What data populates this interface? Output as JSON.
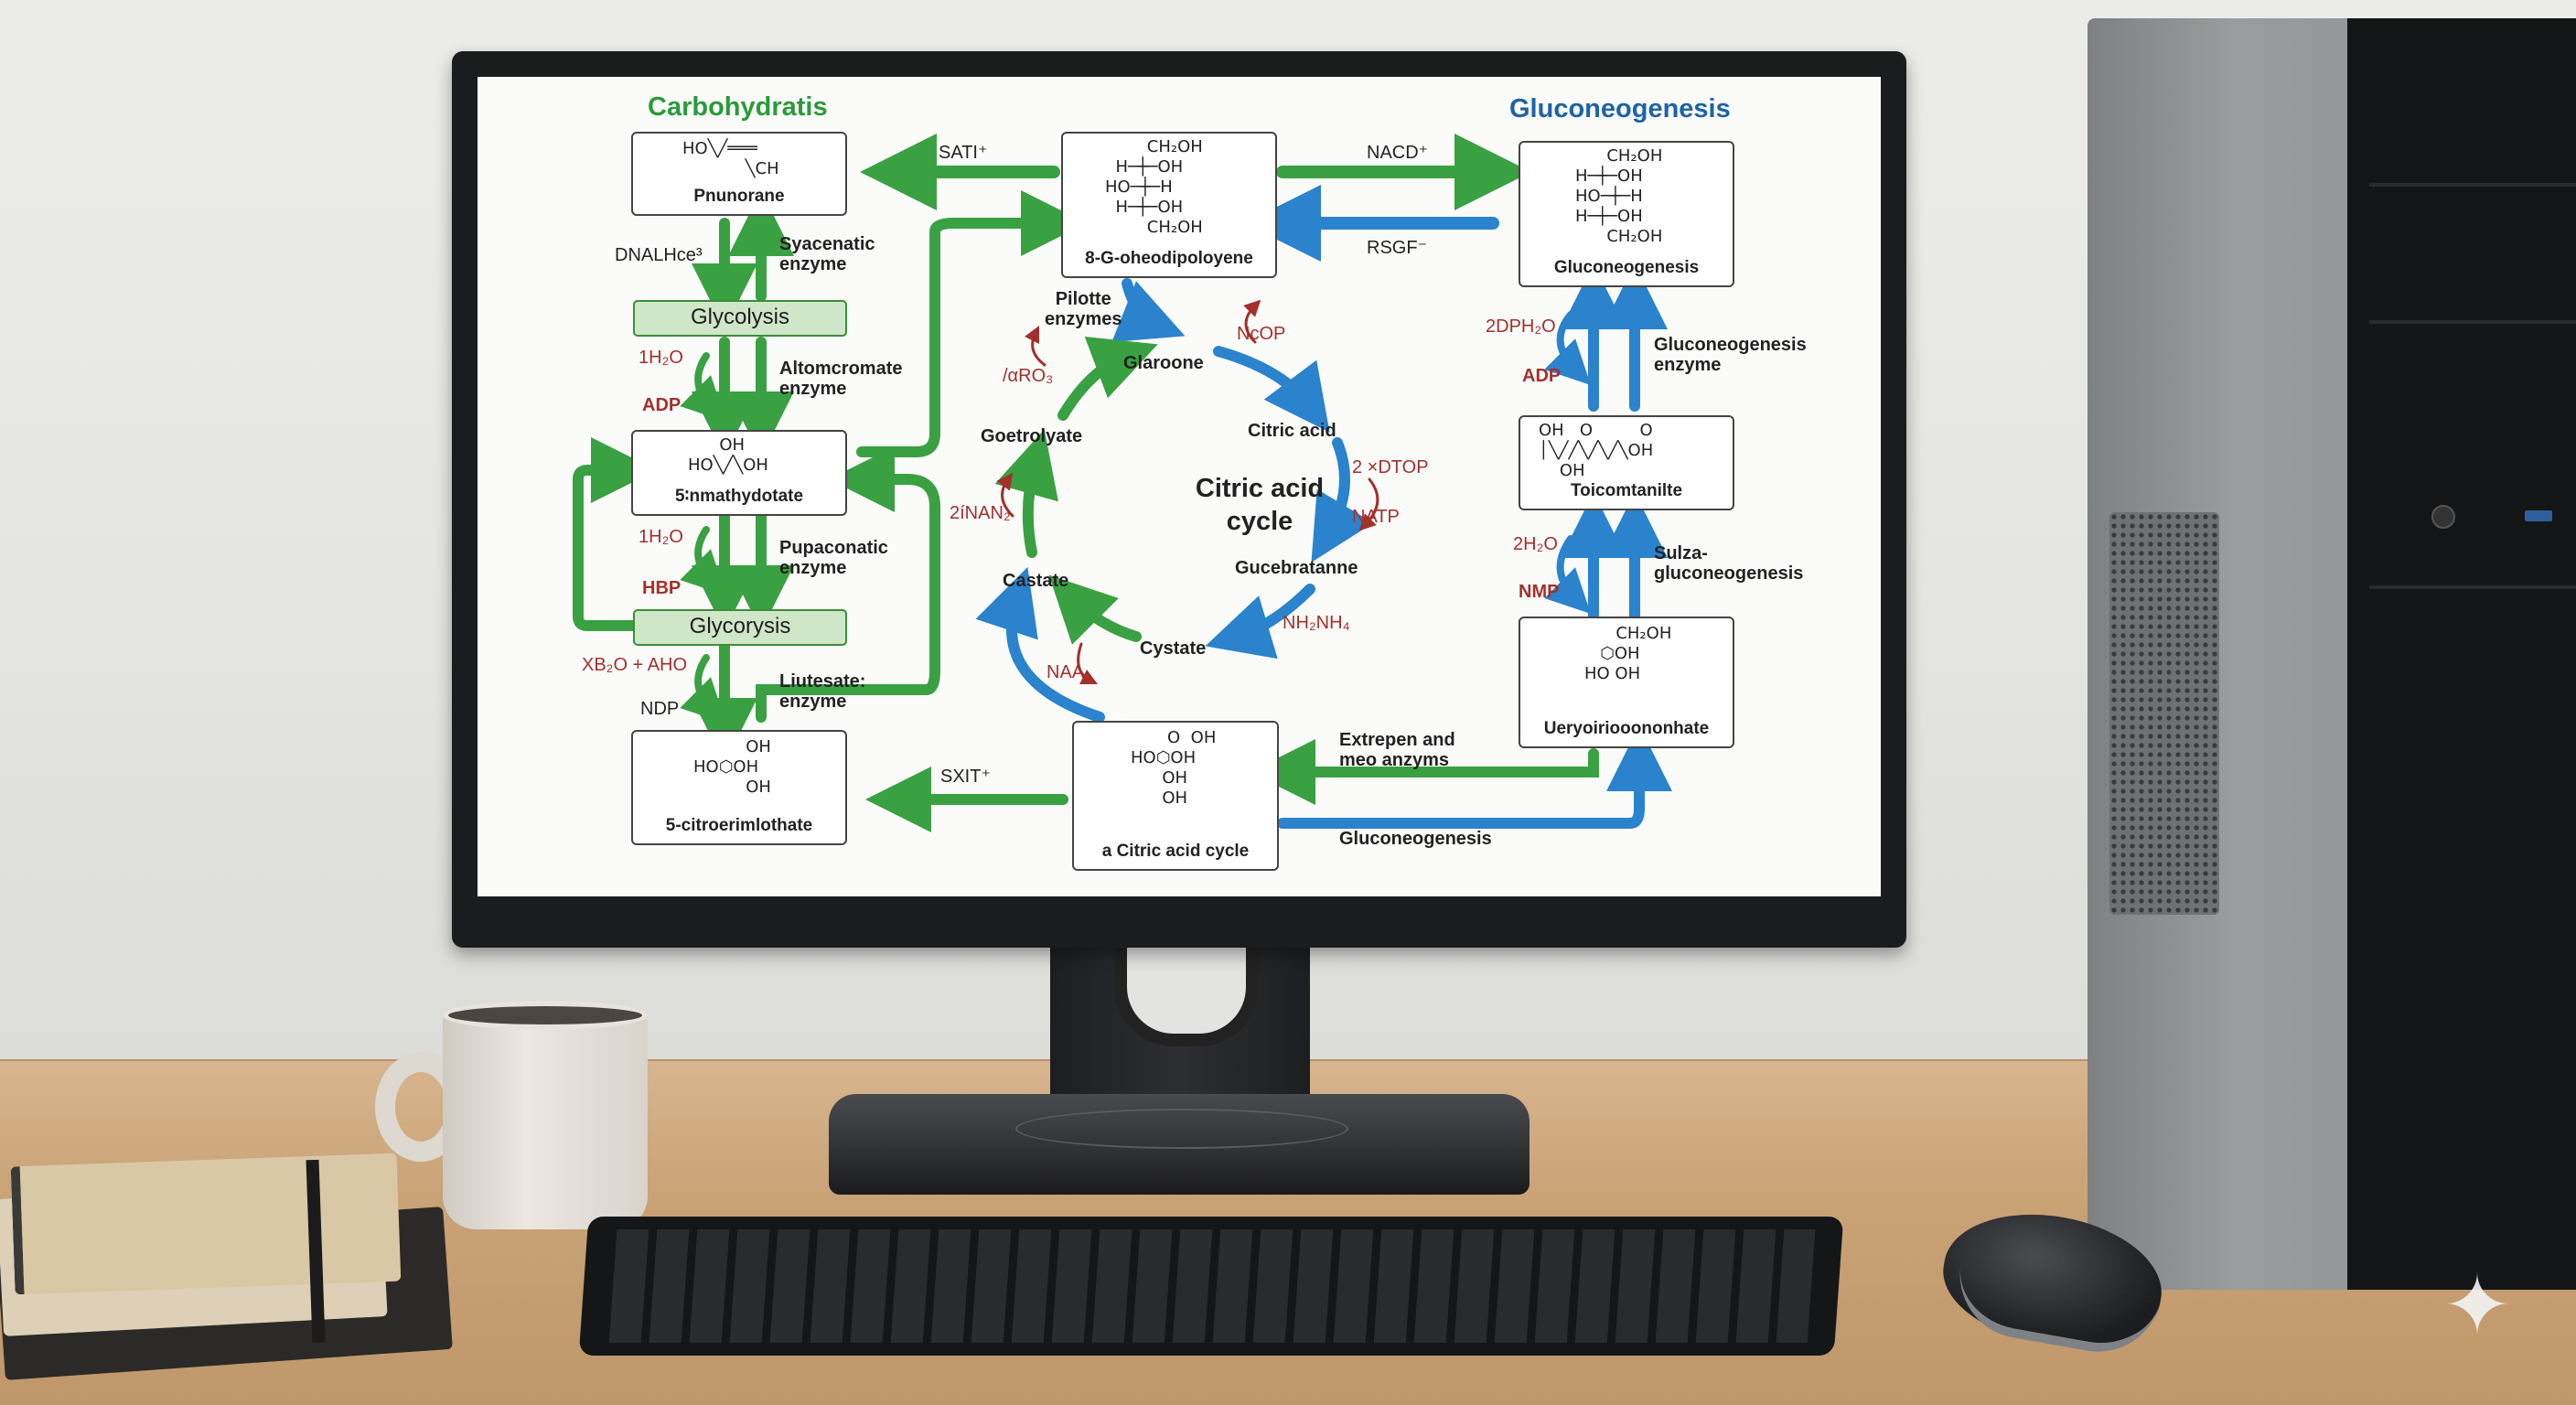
{
  "diagram": {
    "left_title": "Carbohydratis",
    "right_title": "Gluconeogenesis",
    "center_title": "Citric acid\ncycle",
    "boxes": {
      "pnunorane": {
        "name": "Pnunorane",
        "structure": "HO╲╱═══\n            ╲CH"
      },
      "top_center": {
        "name": "8-G-oheodipoloyene",
        "structure": "        CH₂OH\n  H─┼─OH\nHO─┼─H\n  H─┼─OH\n        CH₂OH"
      },
      "right_top": {
        "name": "Gluconeogenesis",
        "structure": "      CH₂OH\nH─┼─OH\nHO─┼─H\nH─┼─OH\n      CH₂OH"
      },
      "left_mid": {
        "name": "5∶nmathydotate",
        "structure": "      OH\nHO╲╱╲OH"
      },
      "right_mid": {
        "name": "Toicomtanilte",
        "structure": "OH   O         O\n│╲╱╱╲╱╲╱╲OH\n    OH"
      },
      "left_bottom": {
        "name": "5-citroerimlothate",
        "structure": "          OH\nHO⬡OH\n          OH"
      },
      "center_bottom": {
        "name": "a Citric acid cycle",
        "structure": "       O  OH\nHO⬡OH\n      OH\n      OH"
      },
      "right_bottom": {
        "name": "Ueryoiriooononhate",
        "structure": "      CH₂OH\n   ⬡OH\nHO OH"
      }
    },
    "pills": [
      "Glycolysis",
      "Glycorysis"
    ],
    "labels": {
      "sati": "SATI⁺",
      "nacd": "NACD⁺",
      "rsgf": "RSGF⁻",
      "sxit": "SXIT⁺",
      "dnalhce": "DNALHce³",
      "syacenatic": "Syacenatic\nenzyme",
      "h2o_1": "1H₂O",
      "adp_1": "ADP",
      "altomcromate": "Altomcromate\nenzyme",
      "h2o_2": "1H₂O",
      "hbp": "HBP",
      "pupaconatic": "Pupaconatic\nenzyme",
      "xb2o": "XB₂O + AHO",
      "ndp": "NDP",
      "liutesate": "Liutesate:\nenzyme",
      "pilotte": "Pilotte\nenzymes",
      "glaroone": "Glaroone",
      "ncop": "NcOP",
      "citric_acid": "Citric acid",
      "rot_2": "2 ×DTOP",
      "natp": "NATP",
      "gucebratanne": "Gucebratanne",
      "nh2nh4": "NH₂NH₄",
      "cystate": "Cystate",
      "naa": "NAA",
      "castate": "Castate",
      "anh2": "2íNAN₂",
      "goetrolyate": "Goetrolyate",
      "aro3": "/αRO₃",
      "dph2": "2DPH₂O",
      "adp_r": "ADP",
      "gluco_enzyme": "Gluconeogenesis\nenzyme",
      "h2o_r": "2H₂O",
      "nmp": "NMP",
      "sulza": "Sulza-\ngluconeogenesis",
      "extrepen": "Extrepen and\nmeo anzyms",
      "gluco_bottom": "Gluconeogenesis"
    },
    "colors": {
      "green": "#3aa142",
      "blue": "#2a83cc",
      "red": "#a3302b"
    }
  }
}
